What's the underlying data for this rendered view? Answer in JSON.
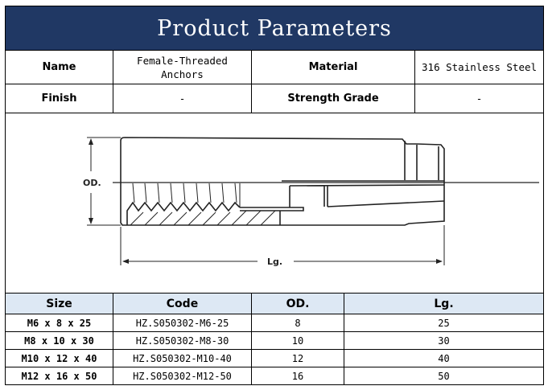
{
  "title": "Product Parameters",
  "specs": {
    "name_label": "Name",
    "name_value": "Female-Threaded Anchors",
    "material_label": "Material",
    "material_value": "316 Stainless Steel",
    "finish_label": "Finish",
    "finish_value": "-",
    "strength_label": "Strength Grade",
    "strength_value": "-"
  },
  "drawing": {
    "od_label": "OD.",
    "lg_label": "Lg."
  },
  "table": {
    "headers": [
      "Size",
      "Code",
      "OD.",
      "Lg."
    ],
    "rows": [
      [
        "M6 x 8 x 25",
        "HZ.S050302-M6-25",
        "8",
        "25"
      ],
      [
        "M8 x 10 x 30",
        "HZ.S050302-M8-30",
        "10",
        "30"
      ],
      [
        "M10 x 12 x 40",
        "HZ.S050302-M10-40",
        "12",
        "40"
      ],
      [
        "M12 x 16 x 50",
        "HZ.S050302-M12-50",
        "16",
        "50"
      ]
    ]
  },
  "colors": {
    "title_bg": "#203864",
    "header_bg": "#dde8f4"
  }
}
